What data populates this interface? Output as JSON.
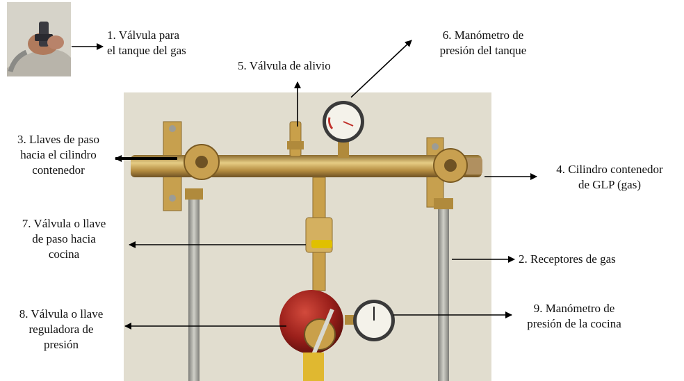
{
  "labels": {
    "l1": [
      "1. Válvula para",
      "el tanque del gas"
    ],
    "l2": [
      "2. Receptores de gas"
    ],
    "l3": [
      "3. Llaves de paso",
      "hacia el cilindro",
      "contenedor"
    ],
    "l4": [
      "4. Cilindro contenedor",
      "de GLP (gas)"
    ],
    "l5": [
      "5. Válvula de alivio"
    ],
    "l6": [
      "6. Manómetro de",
      "presión del tanque"
    ],
    "l7": [
      "7. Válvula o llave",
      "de paso hacia",
      "cocina"
    ],
    "l8": [
      "8. Válvula o llave",
      "reguladora de",
      "presión"
    ],
    "l9": [
      "9. Manómetro de",
      "presión de la cocina"
    ]
  },
  "colors": {
    "wall": "#dcd8c8",
    "brass": "#c9a04a",
    "regulator_red": "#9a1f1a",
    "hose_steel": "#a8a8a0",
    "arrow": "#000000"
  }
}
